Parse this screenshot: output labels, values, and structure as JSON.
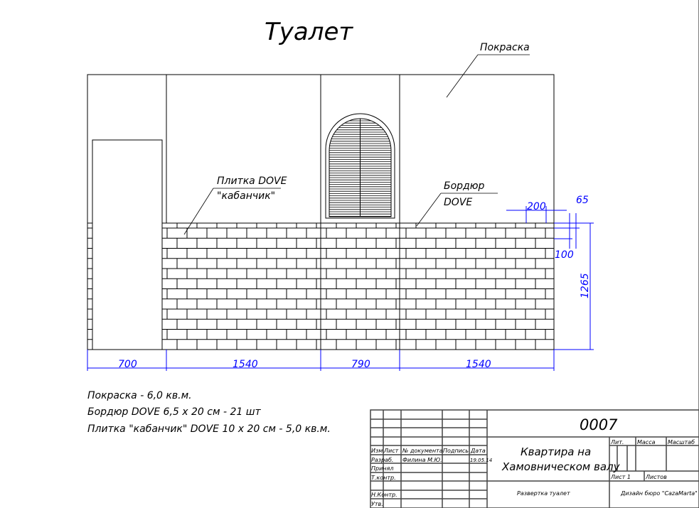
{
  "title": "Туалет",
  "labels": {
    "paint": "Покраска",
    "tile_line1": "Плитка DOVE",
    "tile_line2": "\"кабанчик\"",
    "border_line1": "Бордюр",
    "border_line2": "DOVE"
  },
  "dimensions": {
    "widths": [
      "700",
      "1540",
      "790",
      "1540"
    ],
    "tile_width": "200",
    "border_height": "65",
    "tile_height": "100",
    "tile_zone_height": "1265"
  },
  "notes": [
    "Покраска  - 6,0  кв.м.",
    "Бордюр  DOVE  6,5 x 20  см  - 21  шт",
    "Плитка  \"кабанчик\" DOVE  10 x 20  см  - 5,0  кв.м."
  ],
  "title_block": {
    "code": "0007",
    "project_line1": "Квартира на",
    "project_line2": "Хамовническом валу",
    "sheet_name": "Развертка туалет",
    "company": "Дизайн бюро  \"CazaMarta\"",
    "headers": [
      "Изм.",
      "Лист",
      "№ документа",
      "Подпись",
      "Дата"
    ],
    "roles": [
      "Разраб.",
      "Принял",
      "Т.контр.",
      "Н.Контр.",
      "Утв."
    ],
    "developer": "Филина М.Ю.",
    "date": "19.05.14",
    "lit": "Лит.",
    "mass": "Масса",
    "scale": "Масштаб",
    "sheet": "Лист 1",
    "sheets": "Листов"
  },
  "colors": {
    "line": "#000000",
    "dim": "#0000ff",
    "frame": "#555555"
  }
}
